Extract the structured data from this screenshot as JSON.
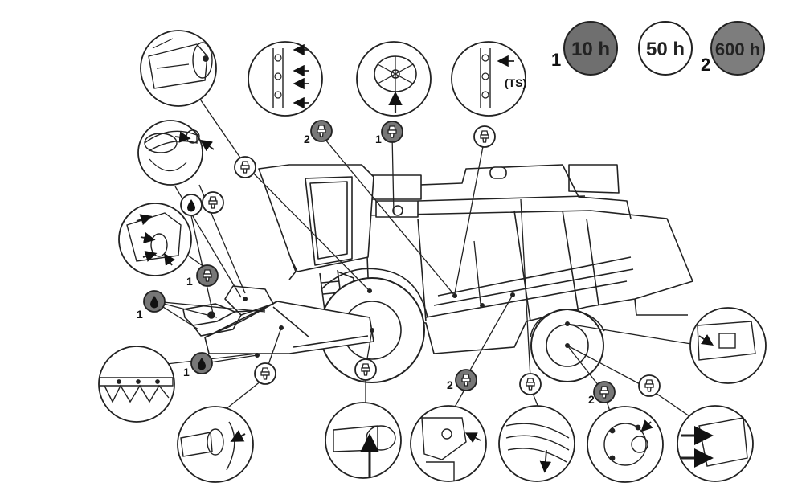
{
  "legend": {
    "item_10h": {
      "marker": "1",
      "text": "10 h",
      "fill": "#6f6f6f"
    },
    "item_50h": {
      "text": "50 h",
      "fill": "#ffffff"
    },
    "item_600h": {
      "marker": "2",
      "text": "600 h",
      "fill": "#7d7d7d"
    }
  },
  "labels": {
    "ts": "(TS)",
    "one": "1",
    "two": "2"
  },
  "colors": {
    "line": "#222222",
    "dark_badge": "#777777",
    "light_badge": "#ffffff"
  },
  "icons": [
    "grease-nipple-icon",
    "oil-drop-icon",
    "arrow-icon"
  ]
}
